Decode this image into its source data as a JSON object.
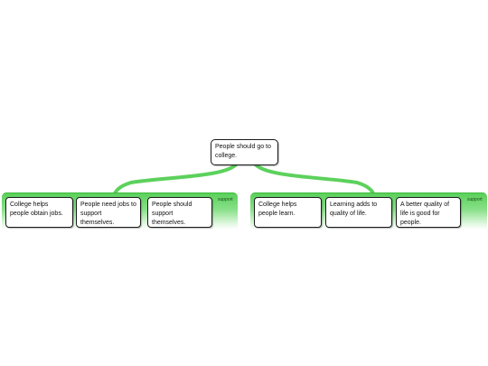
{
  "root": {
    "label": "People should go to college."
  },
  "groups": [
    {
      "tag": "support",
      "children": [
        {
          "label": "College helps people obtain jobs."
        },
        {
          "label": "People need jobs to support themselves."
        },
        {
          "label": "People should support themselves."
        }
      ]
    },
    {
      "tag": "support",
      "children": [
        {
          "label": "College helps people learn."
        },
        {
          "label": "Learning adds to quality of life."
        },
        {
          "label": "A better quality of life is good for people."
        }
      ]
    }
  ],
  "colors": {
    "connector": "#5cd15c",
    "border": "#1b1b1b",
    "band": "#5bd05b"
  }
}
